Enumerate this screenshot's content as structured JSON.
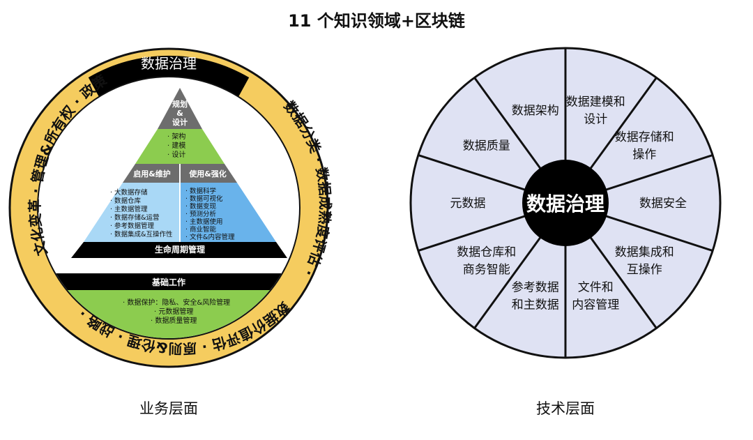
{
  "title": "11 个知识领域+区块链",
  "left": {
    "caption": "业务层面",
    "ring_top": "数据治理",
    "ring_right": "数据分类 · 数据成熟度评估 ·",
    "ring_bottom": "数据价值评估 · 原则&伦理 · 战略 ·",
    "ring_left": "文化变革 · 管理&所有权 · 政策",
    "pyramid_top": [
      "规划",
      "&",
      "设计"
    ],
    "design_items": [
      "· 架构",
      "· 建模",
      "· 设计"
    ],
    "enable_header": "启用&维护",
    "use_header": "使用&强化",
    "enable_items": [
      "· 大数据存储",
      "· 数据仓库",
      "· 主数据管理",
      "· 数据存储&运营",
      "· 参考数据管理",
      "· 数据集成&互操作性"
    ],
    "use_items": [
      "· 数据科学",
      "· 数据可视化",
      "· 数据变现",
      "· 预测分析",
      "· 主数据使用",
      "· 商业智能",
      "· 文件&内容管理"
    ],
    "lifecycle": "生命周期管理",
    "foundation": "基础工作",
    "foundation_items": [
      "· 数据保护：隐私、安全&风险管理",
      "· 元数据管理",
      "· 数据质量管理"
    ]
  },
  "right": {
    "caption": "技术层面",
    "center": "数据治理",
    "segments": [
      [
        "数据建模和",
        "设计"
      ],
      [
        "数据存储和",
        "操作"
      ],
      [
        "数据安全"
      ],
      [
        "数据集成和",
        "互操作"
      ],
      [
        "文件和",
        "内容管理"
      ],
      [
        "参考数据",
        "和主数据"
      ],
      [
        "数据仓库和",
        "商务智能"
      ],
      [
        "元数据"
      ],
      [
        "数据质量"
      ],
      [
        "数据架构"
      ]
    ]
  },
  "colors": {
    "ring": "#f5cc5f",
    "black": "#000000",
    "pyramid_gray": "#6d6d6d",
    "pyramid_green": "#8ccc4f",
    "pyramid_lightblue": "#a9d8f6",
    "pyramid_blue": "#69b3eb",
    "wheel_fill": "#dfe2f3"
  }
}
